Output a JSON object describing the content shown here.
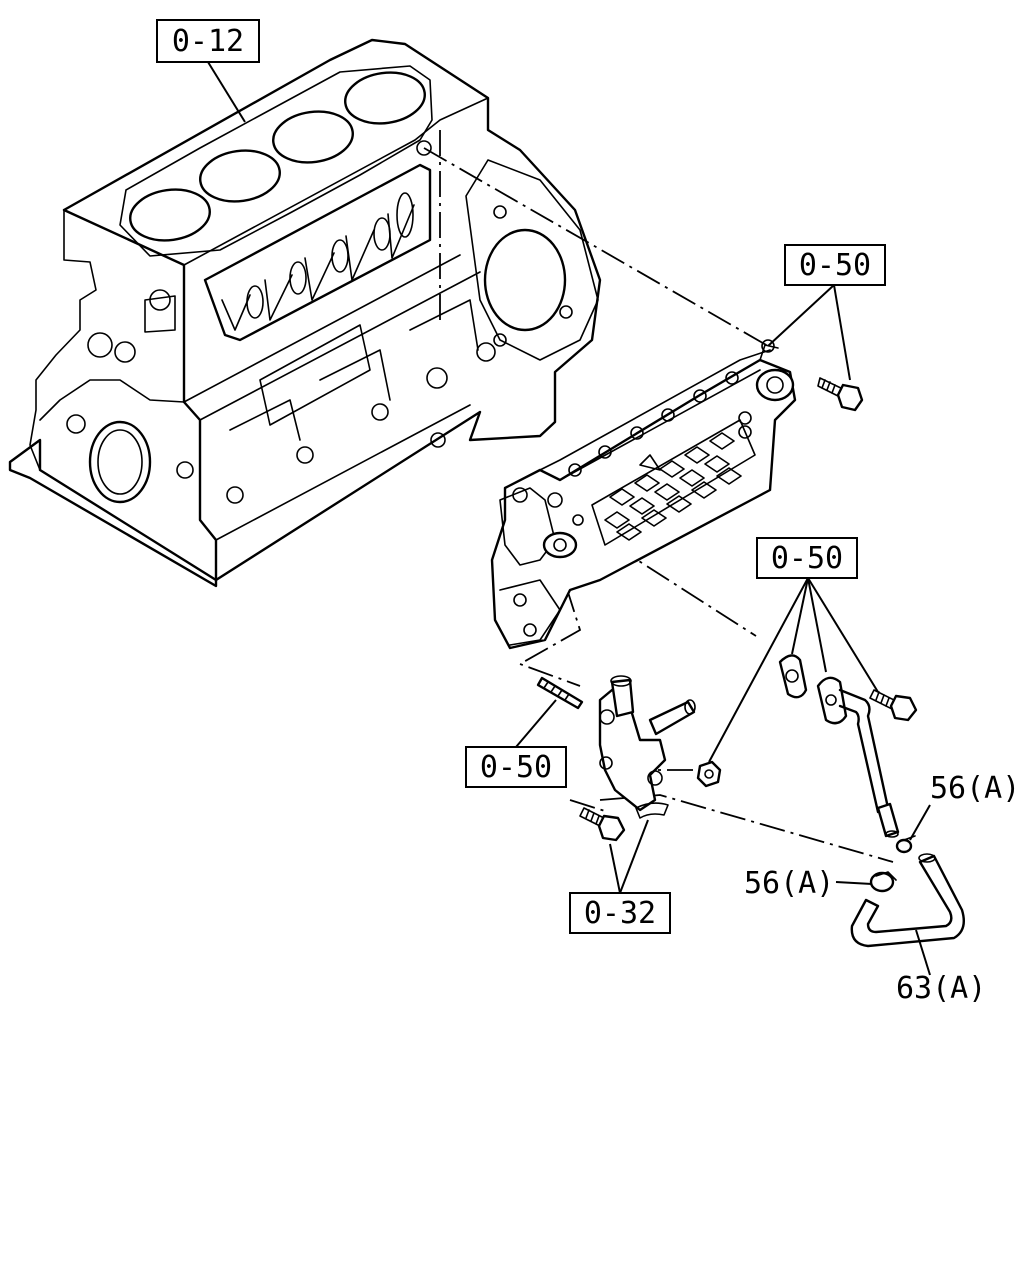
{
  "callouts": {
    "ref_cylinder_block": "0-12",
    "ref_cooler_bolt": "0-50",
    "ref_gasket_pipe_group": "0-50",
    "ref_stud": "0-50",
    "ref_water_outlet_bolt": "0-32",
    "clip_upper": "56(A)",
    "clip_lower": "56(A)",
    "hose": "63(A)"
  },
  "icons": {
    "cylinder_block": "cylinder-block-drawing",
    "oil_cooler": "oil-cooler-drawing",
    "water_outlet": "water-outlet-drawing",
    "water_pipe": "water-pipe-drawing",
    "hose": "hose-drawing"
  }
}
